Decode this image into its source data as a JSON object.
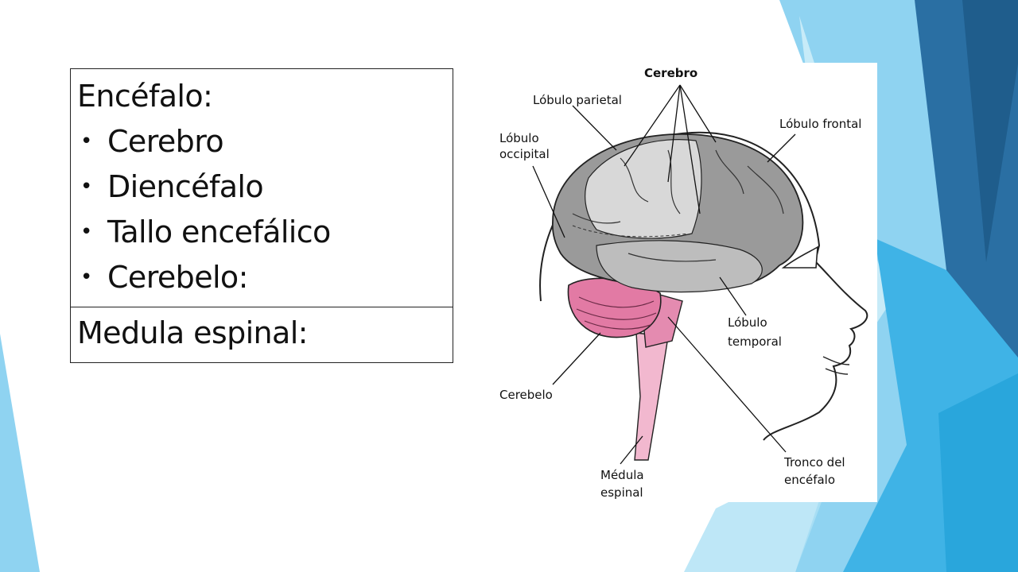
{
  "slide": {
    "colors": {
      "background": "#ffffff",
      "accent_light": "#8fd3f1",
      "accent_mid": "#3fb3e6",
      "accent_dark": "#2a6fa3",
      "gray_matter": "#9a9a9a",
      "cerebellum_pink": "#e27aa4",
      "brainstem_pink": "#f2b8cf"
    }
  },
  "table": {
    "heading": "Encéfalo:",
    "bullet_symbol": "•",
    "items": [
      {
        "label": "Cerebro"
      },
      {
        "label": "Diencéfalo"
      },
      {
        "label": "Tallo encefálico"
      },
      {
        "label": "Cerebelo:"
      }
    ],
    "footer": "Medula espinal:"
  },
  "diagram": {
    "labels": {
      "cerebro": "Cerebro",
      "parietal": "Lóbulo parietal",
      "frontal": "Lóbulo frontal",
      "occipital_line1": "Lóbulo",
      "occipital_line2": "occipital",
      "temporal_line1": "Lóbulo",
      "temporal_line2": "temporal",
      "cerebelo": "Cerebelo",
      "medula_line1": "Médula",
      "medula_line2": "espinal",
      "tronco_line1": "Tronco del",
      "tronco_line2": "encéfalo"
    }
  }
}
